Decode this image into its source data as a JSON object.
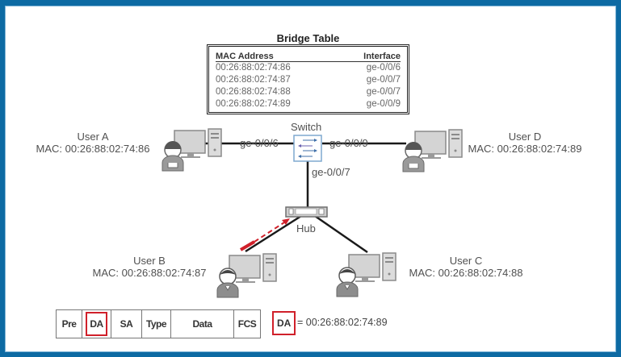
{
  "bridge_table": {
    "title": "Bridge Table",
    "headers": [
      "MAC Address",
      "Interface"
    ],
    "rows": [
      {
        "mac": "00:26:88:02:74:86",
        "interface": "ge-0/0/6"
      },
      {
        "mac": "00:26:88:02:74:87",
        "interface": "ge-0/0/7"
      },
      {
        "mac": "00:26:88:02:74:88",
        "interface": "ge-0/0/7"
      },
      {
        "mac": "00:26:88:02:74:89",
        "interface": "ge-0/0/9"
      }
    ]
  },
  "devices": {
    "switch": {
      "label": "Switch",
      "icon": "switch-icon"
    },
    "hub": {
      "label": "Hub",
      "icon": "hub-icon"
    }
  },
  "ports": {
    "left": "ge-0/0/6",
    "right": "ge-0/0/9",
    "down": "ge-0/0/7"
  },
  "users": {
    "a": {
      "name": "User A",
      "mac": "MAC: 00:26:88:02:74:86",
      "icon": "user-workstation-icon"
    },
    "b": {
      "name": "User B",
      "mac": "MAC: 00:26:88:02:74:87",
      "icon": "user-workstation-icon"
    },
    "c": {
      "name": "User C",
      "mac": "MAC: 00:26:88:02:74:88",
      "icon": "user-workstation-icon"
    },
    "d": {
      "name": "User D",
      "mac": "MAC: 00:26:88:02:74:89",
      "icon": "user-workstation-icon"
    }
  },
  "frame": {
    "fields": [
      "Pre",
      "DA",
      "SA",
      "Type",
      "Data",
      "FCS"
    ],
    "highlighted_field": "DA",
    "legend_key": "DA",
    "legend_value": "= 00:26:88:02:74:89"
  },
  "colors": {
    "border": "#0d6aa3",
    "highlight": "#d0202a",
    "link": "#1a1a1a"
  }
}
